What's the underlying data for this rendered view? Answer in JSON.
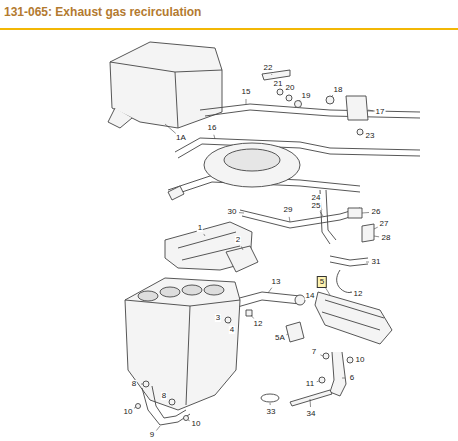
{
  "diagram": {
    "title": "131-065: Exhaust gas recirculation",
    "labels": [
      "15",
      "22",
      "21",
      "20",
      "19",
      "18",
      "17",
      "23",
      "1A",
      "16",
      "24",
      "25",
      "26",
      "27",
      "28",
      "29",
      "30",
      "1",
      "2",
      "13",
      "14",
      "31",
      "5",
      "12",
      "3",
      "4",
      "12",
      "5A",
      "7",
      "10",
      "11",
      "6",
      "8",
      "10",
      "8",
      "10",
      "9",
      "33",
      "34"
    ]
  }
}
